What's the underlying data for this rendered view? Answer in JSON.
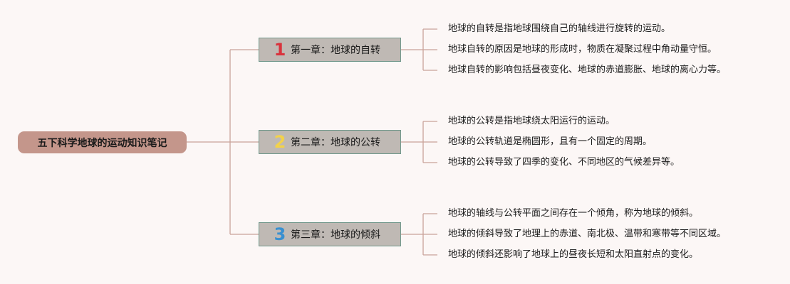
{
  "root": {
    "title": "五下科学地球的运动知识笔记"
  },
  "chapters": [
    {
      "number": "1",
      "title": "第一章：地球的自转",
      "items": [
        "地球的自转是指地球围绕自己的轴线进行旋转的运动。",
        "地球自转的原因是地球的形成时，物质在凝聚过程中角动量守恒。",
        "地球自转的影响包括昼夜变化、地球的赤道膨胀、地球的离心力等。"
      ]
    },
    {
      "number": "2",
      "title": "第二章：地球的公转",
      "items": [
        "地球的公转是指地球绕太阳运行的运动。",
        "地球的公转轨道是椭圆形，且有一个固定的周期。",
        "地球的公转导致了四季的变化、不同地区的气候差异等。"
      ]
    },
    {
      "number": "3",
      "title": "第三章：地球的倾斜",
      "items": [
        "地球的轴线与公转平面之间存在一个倾角，称为地球的倾斜。",
        "地球的倾斜导致了地理上的赤道、南北极、温带和寒带等不同区域。",
        "地球的倾斜还影响了地球上的昼夜长短和太阳直射点的变化。"
      ]
    }
  ],
  "colors": {
    "background": "#fcf7f6",
    "root_fill": "#c4968b",
    "chapter_fill": "#bfb9b4",
    "chapter_border": "#6f978a",
    "connector": "#c9a39a",
    "number_1": "#d9323c",
    "number_2": "#f2d24b",
    "number_3": "#3a90d0"
  }
}
